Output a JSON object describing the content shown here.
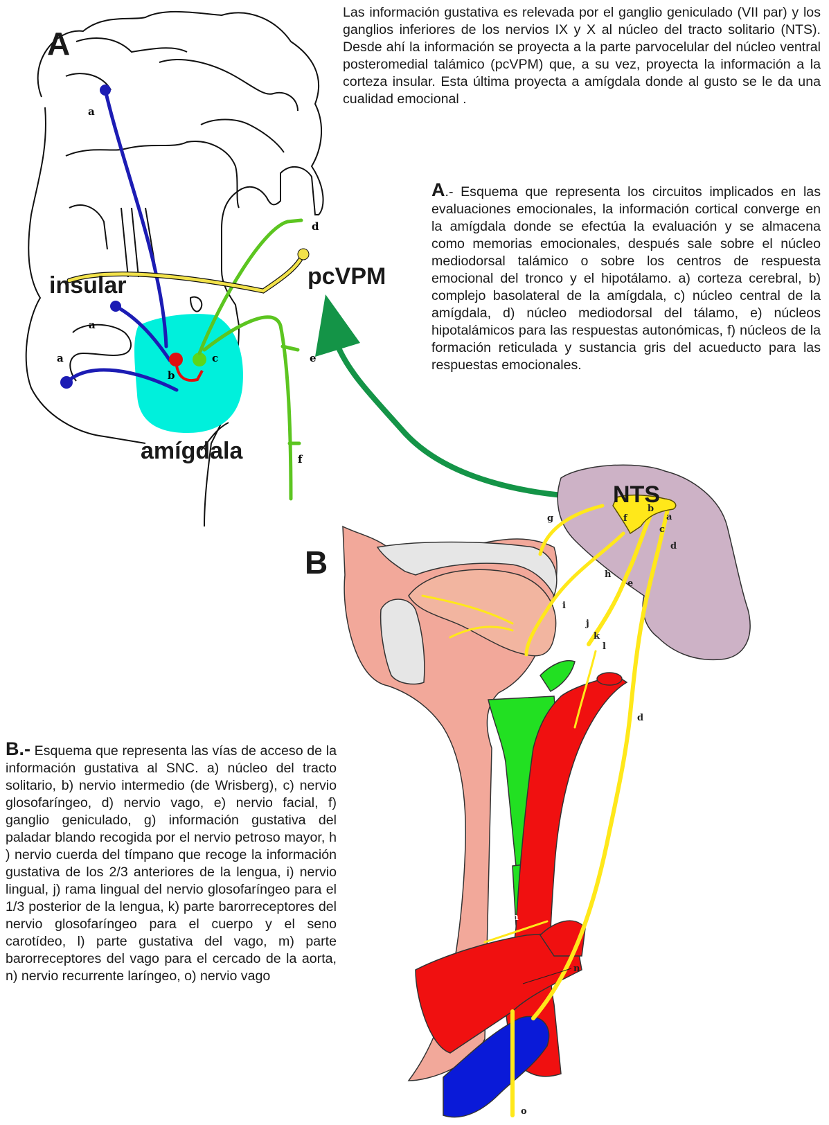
{
  "intro_text": "Las información gustativa es relevada por el ganglio geniculado (VII par) y los ganglios inferiores de los nervios IX y X al núcleo del tracto solitario (NTS). Desde ahí la información se proyecta a la parte parvocelular del núcleo ventral posteromedial talámico (pcVPM) que, a su vez, proyecta la información a la corteza insular. Esta última proyecta a amígdala donde al gusto se le da una cualidad emocional .",
  "panel_a": {
    "letter": "A",
    "labels": {
      "insular": "insular",
      "pcvpm": "pcVPM",
      "amigdala": "amígdala"
    },
    "small_labels": [
      "a",
      "a",
      "a",
      "b",
      "c",
      "d",
      "e",
      "f"
    ],
    "caption_lead": "A",
    "caption_text": ".- Esquema que representa los circuitos implicados en las evaluaciones emocionales, la información cortical converge en la amígdala donde se efectúa la evaluación y se almacena como memorias emocionales, después sale sobre el núcleo mediodorsal talámico o sobre los centros de respuesta emocional del tronco y el hipotálamo. a) corteza cerebral, b) complejo basolateral de la amígdala, c) núcleo central de la amígdala, d) núcleo mediodorsal del tálamo, e) núcleos hipotalámicos para las respuestas autonómicas, f) núcleos de la formación reticulada y sustancia gris del acueducto para las respuestas emocionales."
  },
  "panel_b": {
    "letter": "B",
    "labels": {
      "nts": "NTS"
    },
    "small_labels": [
      "g",
      "f",
      "b",
      "a",
      "c",
      "d",
      "h",
      "e",
      "i",
      "j",
      "k",
      "l",
      "d",
      "m",
      "n",
      "o"
    ],
    "caption_lead": "B.-",
    "caption_text": " Esquema que representa las vías de acceso de la información gustativa al SNC. a) núcleo del tracto solitario, b) nervio intermedio (de Wrisberg), c) nervio glosofaríngeo, d) nervio vago, e) nervio facial, f) ganglio geniculado, g) información gustativa del paladar blando recogida por el nervio petroso mayor, h ) nervio cuerda del tímpano que recoge la información gustativa de los 2/3 anteriores de la lengua, i) nervio lingual, j) rama lingual del nervio glosofaríngeo para el 1/3 posterior de la lengua, k) parte barorreceptores del nervio glosofaríngeo para el cuerpo y el seno carotídeo, l) parte gustativa del vago, m) parte barorreceptores del vago para el cercado de la aorta, n) nervio recurrente laríngeo, o) nervio vago"
  },
  "colors": {
    "cortex_path": "#1c1cb4",
    "amygdala": "#00f0dc",
    "basolateral": "#e01010",
    "central_nucleus": "#5cd61a",
    "green_path": "#5cc520",
    "yellow_path": "#f2e24a",
    "arrow": "#149447",
    "brainstem": "#cdb2c6",
    "skin": "#f2a89a",
    "artery": "#f01010",
    "vein": "#0a1ad8",
    "larynx": "#22e022",
    "nerve": "#ffe81a"
  }
}
